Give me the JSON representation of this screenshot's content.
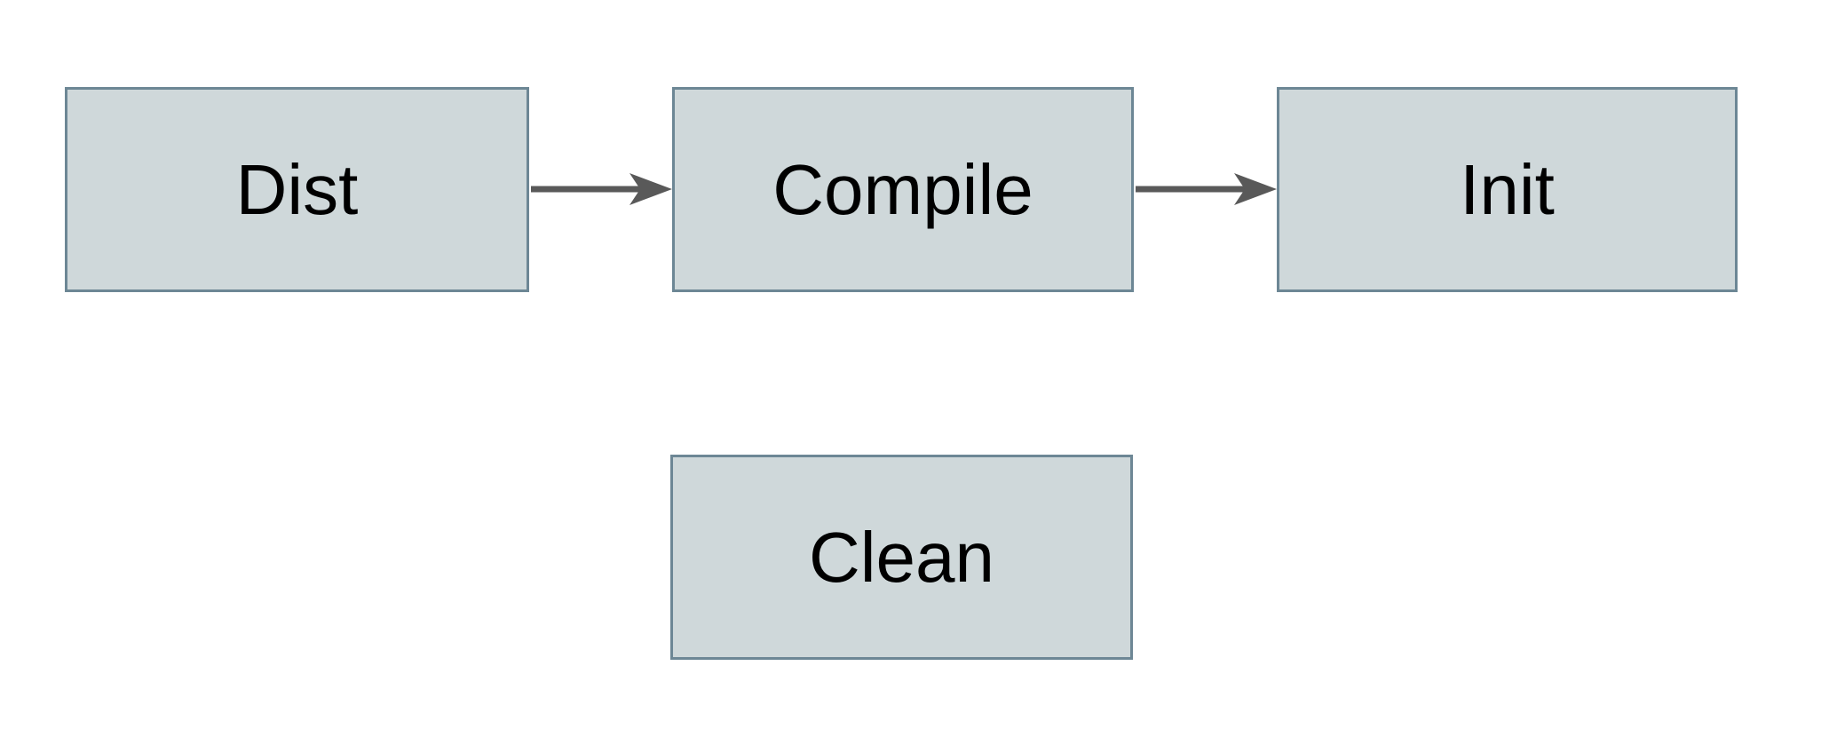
{
  "diagram": {
    "type": "flowchart",
    "nodes": [
      {
        "id": "dist",
        "label": "Dist"
      },
      {
        "id": "compile",
        "label": "Compile"
      },
      {
        "id": "init",
        "label": "Init"
      },
      {
        "id": "clean",
        "label": "Clean"
      }
    ],
    "edges": [
      {
        "from": "Dist",
        "to": "Compile",
        "direction": "right"
      },
      {
        "from": "Compile",
        "to": "Init",
        "direction": "right"
      }
    ],
    "colors": {
      "node_fill": "#cfd8da",
      "node_border": "#6d8795",
      "arrow": "#595959",
      "text": "#000000",
      "background": "#ffffff"
    }
  }
}
